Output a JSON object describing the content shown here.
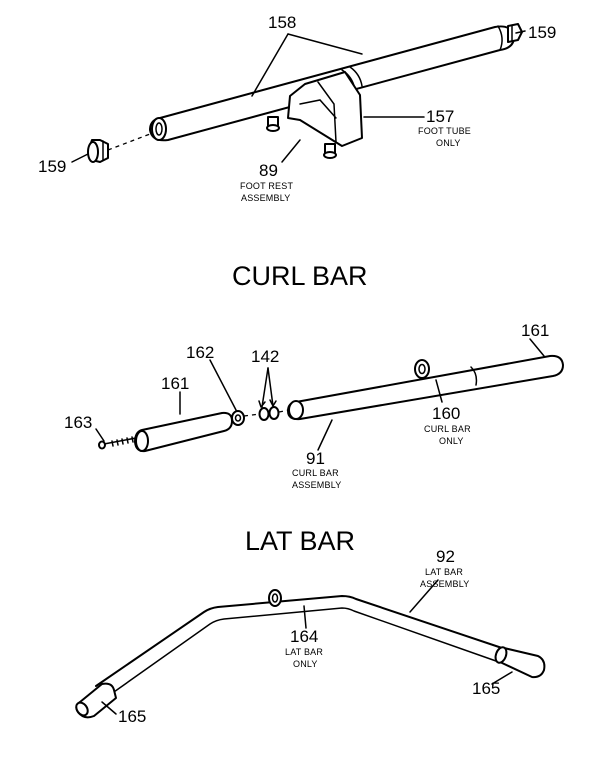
{
  "sections": {
    "curl_bar_title": "CURL BAR",
    "lat_bar_title": "LAT BAR"
  },
  "foot_rest": {
    "n158": "158",
    "n159_right": "159",
    "n159_left": "159",
    "n157": "157",
    "n157_line1": "FOOT TUBE",
    "n157_line2": "ONLY",
    "n89": "89",
    "n89_line1": "FOOT REST",
    "n89_line2": "ASSEMBLY"
  },
  "curl_bar": {
    "n161_right": "161",
    "n162": "162",
    "n142": "142",
    "n161_left": "161",
    "n163": "163",
    "n160": "160",
    "n160_line1": "CURL BAR",
    "n160_line2": "ONLY",
    "n91": "91",
    "n91_line1": "CURL BAR",
    "n91_line2": "ASSEMBLY"
  },
  "lat_bar": {
    "n92": "92",
    "n92_line1": "LAT BAR",
    "n92_line2": "ASSEMBLY",
    "n164": "164",
    "n164_line1": "LAT BAR",
    "n164_line2": "ONLY",
    "n165_left": "165",
    "n165_right": "165"
  }
}
